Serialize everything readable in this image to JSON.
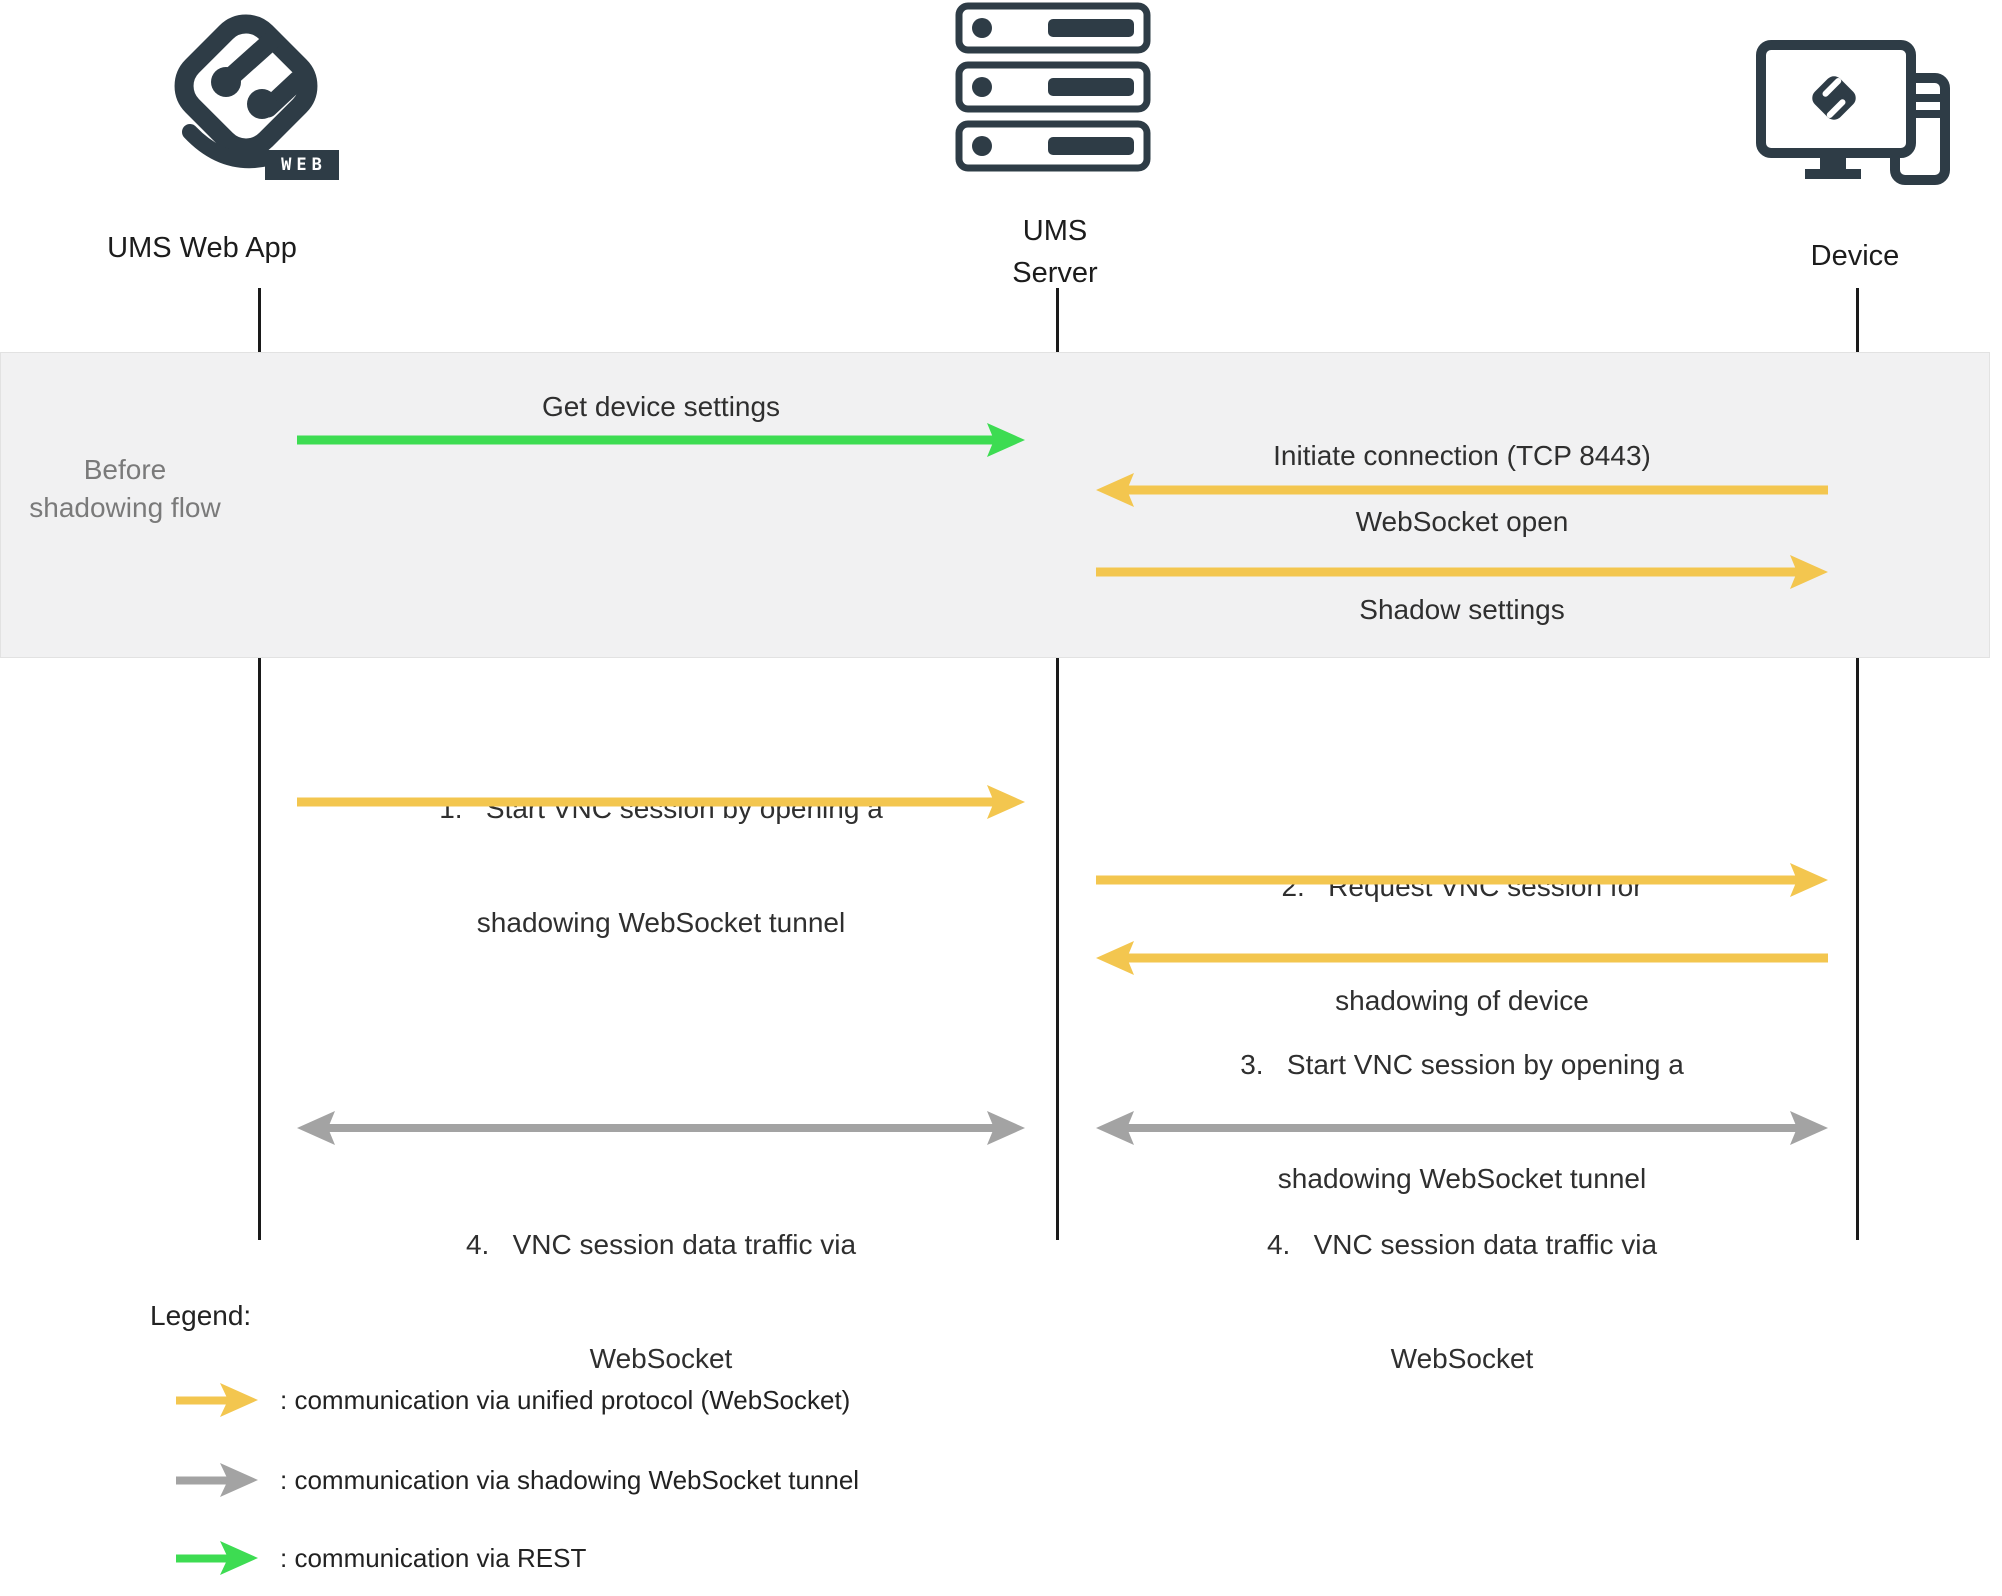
{
  "actors": {
    "web_app": {
      "label": "UMS Web App",
      "logo_badge": "WEB"
    },
    "server": {
      "label_line1": "UMS",
      "label_line2": "Server"
    },
    "device": {
      "label": "Device"
    }
  },
  "before_flow": {
    "section_label": "Before shadowing flow",
    "messages": {
      "get_device_settings": "Get device settings",
      "initiate_connection": "Initiate connection (TCP 8443)",
      "websocket_open": "WebSocket open",
      "shadow_settings": "Shadow settings"
    }
  },
  "flow": {
    "step1": {
      "line1": "1.   Start VNC session by opening a",
      "line2": "shadowing WebSocket tunnel"
    },
    "step2": {
      "line1": "2.   Request VNC session for",
      "line2": "shadowing of device"
    },
    "step3": {
      "line1": "3.   Start VNC session by opening a",
      "line2": "shadowing WebSocket tunnel"
    },
    "step4_left": {
      "line1": "4.   VNC session data traffic via",
      "line2": "WebSocket"
    },
    "step4_right": {
      "line1": "4.   VNC session data traffic via",
      "line2": "WebSocket"
    }
  },
  "legend": {
    "title": "Legend:",
    "items": [
      {
        "icon": "yellow-arrow-icon",
        "text": ": communication via unified protocol (WebSocket)"
      },
      {
        "icon": "gray-arrow-icon",
        "text": ": communication via shadowing WebSocket tunnel"
      },
      {
        "icon": "green-arrow-icon",
        "text": ": communication via REST"
      }
    ]
  },
  "colors": {
    "unified_protocol_yellow": "#F3C64F",
    "shadowing_tunnel_gray": "#A3A3A3",
    "rest_green": "#3DDC52",
    "icon_dark": "#2E3C46",
    "section_background": "#F1F1F2"
  }
}
